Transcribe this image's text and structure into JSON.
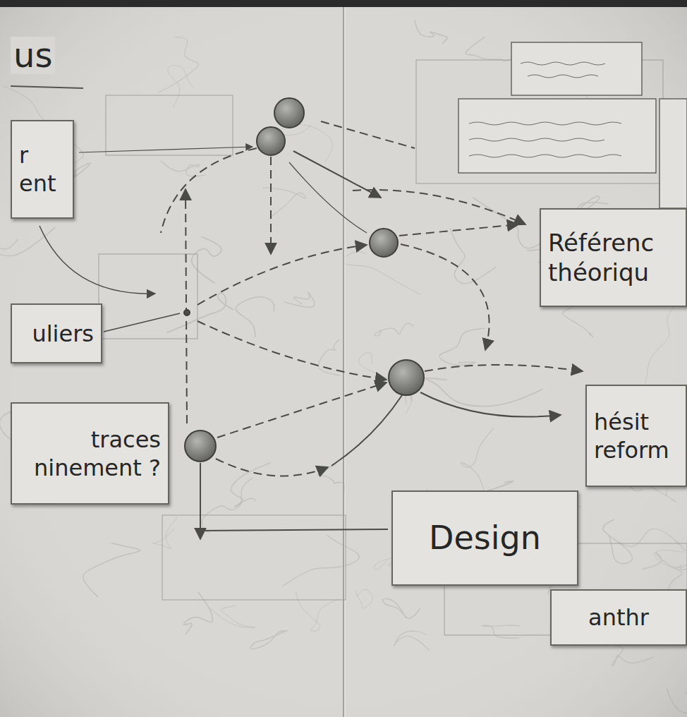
{
  "diagram": {
    "title": "us",
    "nodes": [
      {
        "text": [
          "r ent"
        ]
      },
      {
        "text": [
          "Référenc théoriqu"
        ]
      },
      {
        "text": [
          "uliers"
        ]
      },
      {
        "text": [
          "hésit reform"
        ]
      },
      {
        "text": [
          "traces ninement ?"
        ]
      },
      {
        "text": [
          "Design"
        ]
      },
      {
        "text": [
          "anthr"
        ]
      }
    ]
  }
}
